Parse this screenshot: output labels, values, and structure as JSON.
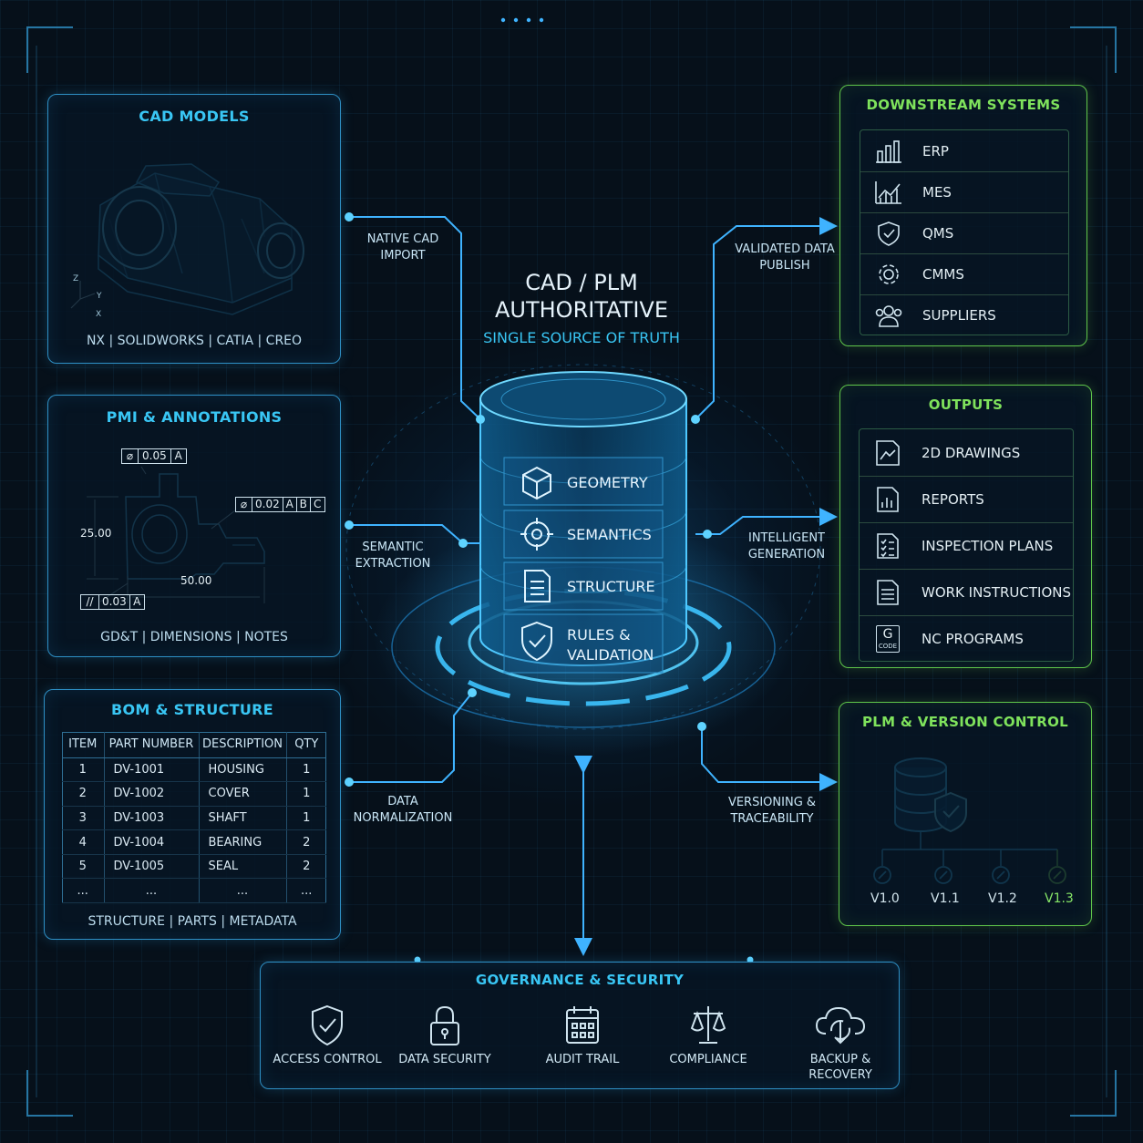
{
  "center": {
    "title_line1": "CAD / PLM",
    "title_line2": "AUTHORITATIVE",
    "subtitle": "SINGLE SOURCE OF TRUTH",
    "layers": [
      {
        "label": "GEOMETRY",
        "icon": "cube-icon"
      },
      {
        "label": "SEMANTICS",
        "icon": "target-icon"
      },
      {
        "label": "STRUCTURE",
        "icon": "document-icon"
      },
      {
        "label_line1": "RULES &",
        "label_line2": "VALIDATION",
        "icon": "shield-check-icon"
      }
    ]
  },
  "cad_models": {
    "title": "CAD MODELS",
    "footer": "NX | SOLIDWORKS | CATIA | CREO",
    "axes": {
      "x": "X",
      "y": "Y",
      "z": "Z"
    }
  },
  "pmi": {
    "title": "PMI & ANNOTATIONS",
    "footer": "GD&T | DIMENSIONS | NOTES",
    "fcf_top": {
      "symbol": "⌀",
      "value": "0.05",
      "datum": "A"
    },
    "fcf_right": {
      "symbol": "⌀",
      "value": "0.02",
      "datums": [
        "A",
        "B",
        "C"
      ]
    },
    "fcf_bottom": {
      "symbol": "//",
      "value": "0.03",
      "datum": "A"
    },
    "dim_vertical": "25.00",
    "dim_horizontal": "50.00"
  },
  "bom": {
    "title": "BOM & STRUCTURE",
    "footer": "STRUCTURE | PARTS | METADATA",
    "headers": [
      "ITEM",
      "PART NUMBER",
      "DESCRIPTION",
      "QTY"
    ],
    "rows": [
      [
        "1",
        "DV-1001",
        "HOUSING",
        "1"
      ],
      [
        "2",
        "DV-1002",
        "COVER",
        "1"
      ],
      [
        "3",
        "DV-1003",
        "SHAFT",
        "1"
      ],
      [
        "4",
        "DV-1004",
        "BEARING",
        "2"
      ],
      [
        "5",
        "DV-1005",
        "SEAL",
        "2"
      ],
      [
        "...",
        "...",
        "...",
        "..."
      ]
    ]
  },
  "connectors": {
    "native_cad_import": "NATIVE CAD\nIMPORT",
    "semantic_extraction": "SEMANTIC\nEXTRACTION",
    "data_normalization": "DATA\nNORMALIZATION",
    "validated_data_publish": "VALIDATED DATA\nPUBLISH",
    "intelligent_generation": "INTELLIGENT\nGENERATION",
    "versioning_traceability": "VERSIONING &\nTRACEABILITY"
  },
  "downstream": {
    "title": "DOWNSTREAM SYSTEMS",
    "items": [
      {
        "label": "ERP",
        "icon": "bar-chart-icon"
      },
      {
        "label": "MES",
        "icon": "line-chart-icon"
      },
      {
        "label": "QMS",
        "icon": "shield-check-icon"
      },
      {
        "label": "CMMS",
        "icon": "gear-icon"
      },
      {
        "label": "SUPPLIERS",
        "icon": "users-icon"
      }
    ]
  },
  "outputs": {
    "title": "OUTPUTS",
    "items": [
      {
        "label": "2D DRAWINGS",
        "icon": "drawing-icon"
      },
      {
        "label": "REPORTS",
        "icon": "report-icon"
      },
      {
        "label": "INSPECTION PLANS",
        "icon": "checklist-icon"
      },
      {
        "label": "WORK INSTRUCTIONS",
        "icon": "document-icon"
      },
      {
        "label": "NC PROGRAMS",
        "icon": "gcode-icon",
        "icon_text": "G",
        "icon_subtext": "CODE"
      }
    ]
  },
  "plm": {
    "title": "PLM & VERSION CONTROL",
    "versions": [
      "V1.0",
      "V1.1",
      "V1.2",
      "V1.3"
    ],
    "active_version": "V1.3"
  },
  "governance": {
    "title": "GOVERNANCE & SECURITY",
    "items": [
      {
        "label": "ACCESS CONTROL",
        "icon": "shield-check-icon"
      },
      {
        "label": "DATA SECURITY",
        "icon": "lock-icon"
      },
      {
        "label": "AUDIT TRAIL",
        "icon": "calendar-icon"
      },
      {
        "label": "COMPLIANCE",
        "icon": "scales-icon"
      },
      {
        "label": "BACKUP &\nRECOVERY",
        "icon": "cloud-backup-icon"
      }
    ]
  },
  "colors": {
    "cyan_accent": "#39c6f4",
    "green_accent": "#7fe25c",
    "background": "#06101a"
  }
}
